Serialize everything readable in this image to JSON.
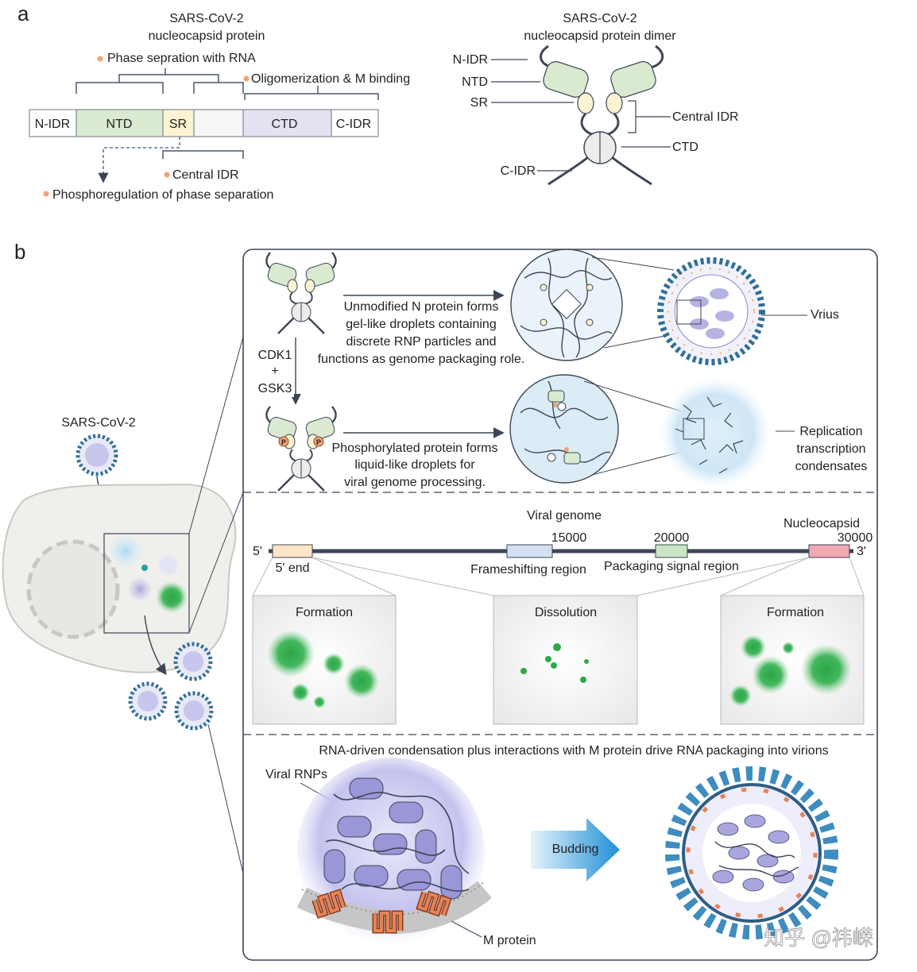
{
  "panel_a": {
    "letter": "a",
    "left_title_line1": "SARS-CoV-2",
    "left_title_line2": "nucleocapsid protein",
    "phase_sep": "Phase sepration with RNA",
    "oligomerization": "Oligomerization & M binding",
    "domains": [
      "N-IDR",
      "NTD",
      "SR",
      "",
      "CTD",
      "C-IDR"
    ],
    "central_idr": "Central IDR",
    "phosphoregulation": "Phosphoregulation of phase separation",
    "right_title_line1": "SARS-CoV-2",
    "right_title_line2": "nucleocapsid protein dimer",
    "dimer_labels": {
      "n_idr": "N-IDR",
      "ntd": "NTD",
      "sr": "SR",
      "central_idr": "Central IDR",
      "ctd": "CTD",
      "c_idr": "C-IDR"
    }
  },
  "panel_b": {
    "letter": "b",
    "virus_label": "SARS-CoV-2",
    "kinases": [
      "CDK1",
      "+",
      "GSK3"
    ],
    "unmodified_text": [
      "Unmodified N protein forms",
      "gel-like droplets containing",
      "discrete RNP particles and",
      "functions as genome packaging role."
    ],
    "virus_callout": "Vrius",
    "phosphorylated_text": [
      "Phosphorylated protein forms",
      "liquid-like droplets for",
      "viral genome processing."
    ],
    "phospho_mark": "P",
    "replication_text": [
      "Replication",
      "transcription",
      "condensates"
    ],
    "genome": {
      "title": "Viral genome",
      "five_prime": "5'",
      "three_prime": "3'",
      "five_end": "5' end",
      "tick_15000": "15000",
      "tick_20000": "20000",
      "tick_30000": "30000",
      "frameshift": "Frameshifting region",
      "packaging": "Packaging signal region",
      "nucleocapsid": "Nucleocapsid"
    },
    "boxes": [
      "Formation",
      "Dissolution",
      "Formation"
    ],
    "bottom_title": "RNA-driven condensation plus interactions with M protein drive RNA packaging into virions",
    "viral_rnps": "Viral RNPs",
    "budding": "Budding",
    "m_protein": "M protein",
    "watermark": "知乎 @祎嵘"
  },
  "colors": {
    "n_idr": "#ffffff",
    "ntd": "#d9ead1",
    "sr": "#fbf3d2",
    "ctd": "#e4e1f1",
    "c_idr": "#ffffff",
    "accent_orange": "#f0a378",
    "outline": "#3c4656",
    "droplet_green": "#2ea84a",
    "budding_blue": "#2b9bd8"
  }
}
